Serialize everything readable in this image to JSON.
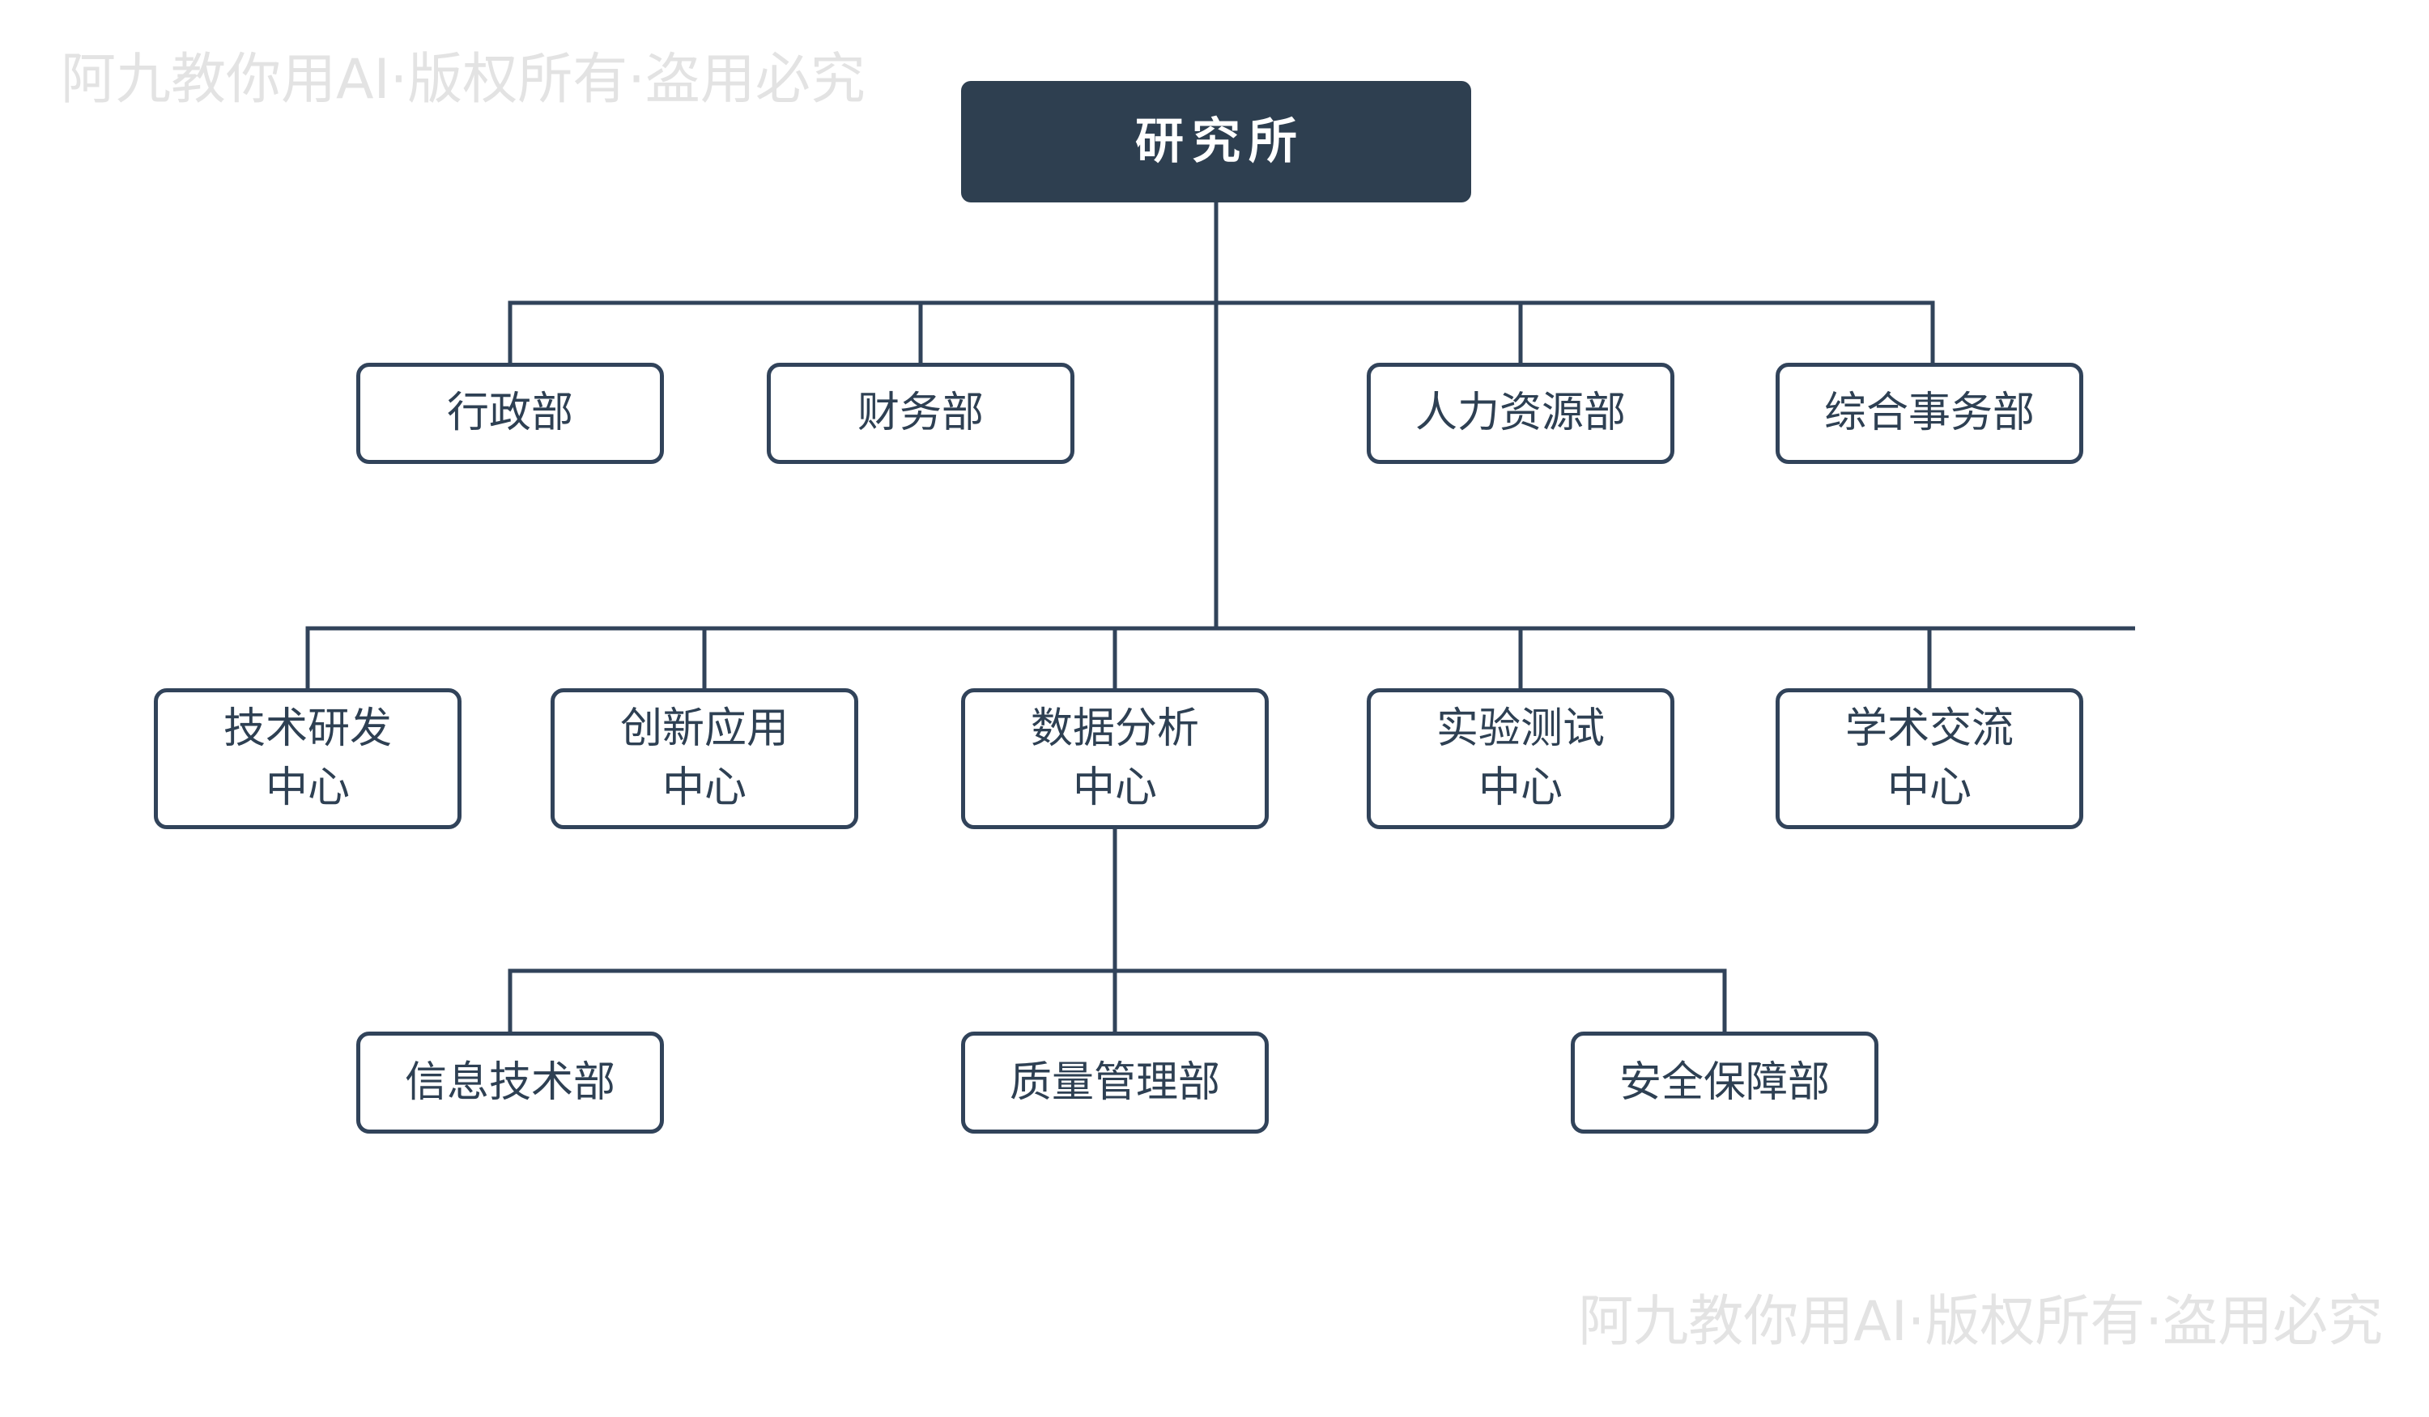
{
  "watermarks": {
    "top_left": "阿九教你用AI·版权所有·盗用必究",
    "bottom_right": "阿九教你用AI·版权所有·盗用必究"
  },
  "colors": {
    "background": "#ffffff",
    "root_node_fill": "#2e3f50",
    "root_node_text": "#ffffff",
    "node_fill": "#ffffff",
    "node_border": "#31435a",
    "node_text": "#2e4053",
    "connector_line": "#31435a",
    "watermark_text": "#e3e3e3"
  },
  "org_chart": {
    "root": {
      "label": "研究所"
    },
    "level2": [
      {
        "label": "行政部"
      },
      {
        "label": "财务部"
      },
      {
        "label": "人力资源部"
      },
      {
        "label": "综合事务部"
      }
    ],
    "level3": [
      {
        "line1": "技术研发",
        "line2": "中心"
      },
      {
        "line1": "创新应用",
        "line2": "中心"
      },
      {
        "line1": "数据分析",
        "line2": "中心"
      },
      {
        "line1": "实验测试",
        "line2": "中心"
      },
      {
        "line1": "学术交流",
        "line2": "中心"
      }
    ],
    "level4": [
      {
        "label": "信息技术部"
      },
      {
        "label": "质量管理部"
      },
      {
        "label": "安全保障部"
      }
    ]
  }
}
